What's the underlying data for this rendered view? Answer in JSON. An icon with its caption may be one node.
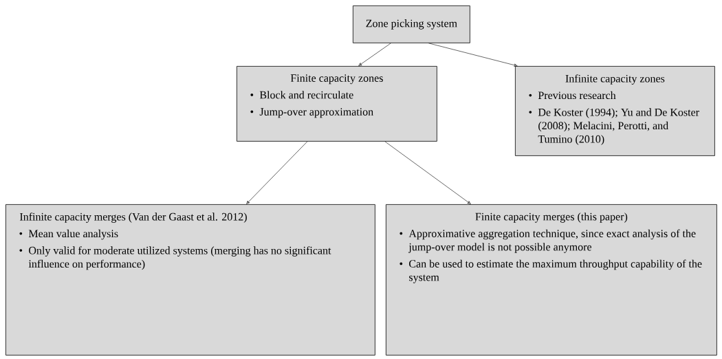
{
  "diagram": {
    "nodes": [
      {
        "text": [
          "Zone picking system"
        ]
      },
      {
        "text": [
          "Finite capacity zones",
          "Block and recirculate",
          "Jump-over approximation"
        ]
      },
      {
        "text": [
          "Infinite capacity zones",
          "Previous research",
          "De Koster (1994); Yu and De Koster (2008); Melacini, Perotti, and Tumino (2010)"
        ]
      },
      {
        "text": [
          "Infinite capacity merges (Van der Gaast et al. 2012)",
          "Mean value analysis",
          "Only valid for moderate utilized systems (merging has no significant influence on performance)"
        ]
      },
      {
        "text": [
          "Finite capacity merges (this paper)",
          "Approximative aggregation technique, since exact analysis of the jump-over model is not possible anymore",
          "Can be used to estimate the maximum throughput capability of the system"
        ]
      }
    ],
    "edges": [
      {
        "from": 0,
        "to": 1,
        "arrow": "to"
      },
      {
        "from": 0,
        "to": 2,
        "arrow": "to"
      },
      {
        "from": 1,
        "to": 3,
        "arrow": "to"
      },
      {
        "from": 1,
        "to": 4,
        "arrow": "to"
      }
    ]
  }
}
